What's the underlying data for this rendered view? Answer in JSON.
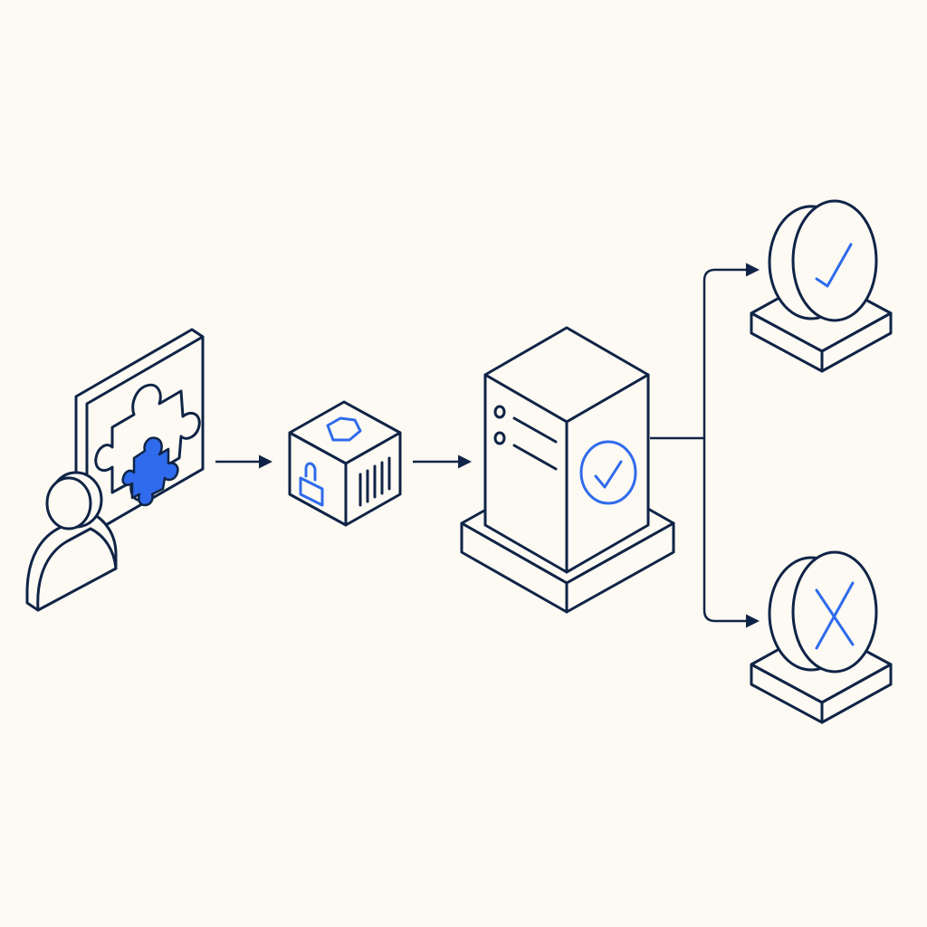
{
  "diagram": {
    "nodes": [
      {
        "id": "user-puzzle",
        "icon": "user-puzzle-icon"
      },
      {
        "id": "locked-package",
        "icon": "locked-package-icon"
      },
      {
        "id": "verification-server",
        "icon": "server-check-icon"
      },
      {
        "id": "approved",
        "icon": "check-badge-icon"
      },
      {
        "id": "rejected",
        "icon": "cross-badge-icon"
      }
    ],
    "edges": [
      {
        "from": "user-puzzle",
        "to": "locked-package"
      },
      {
        "from": "locked-package",
        "to": "verification-server"
      },
      {
        "from": "verification-server",
        "to": "approved"
      },
      {
        "from": "verification-server",
        "to": "rejected"
      }
    ]
  },
  "colors": {
    "ink": "#0f2446",
    "accent": "#2f6bec",
    "background": "#fdf9f3"
  }
}
